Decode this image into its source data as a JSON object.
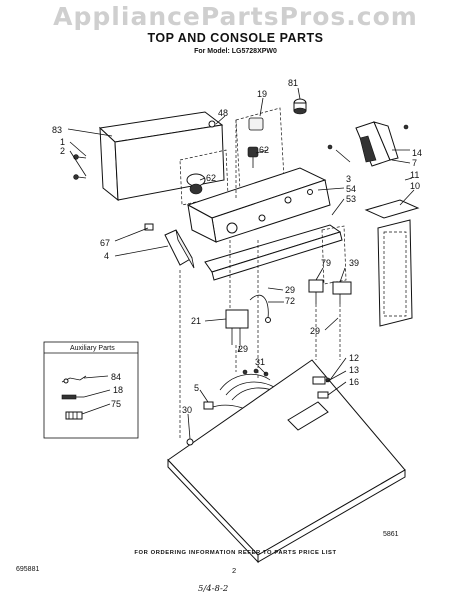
{
  "watermark": "AppliancePartsPros.com",
  "title": "TOP AND CONSOLE PARTS",
  "subtitle": "For Model: LG5728XPW0",
  "auxiliary_title": "Auxiliary Parts",
  "footnote": "FOR ORDERING INFORMATION REFER TO PARTS PRICE LIST",
  "part_number": "695881",
  "page_number": "2",
  "drawing_code": "5861",
  "handwritten_note": "5/4-8-2",
  "callouts": {
    "c81": "81",
    "c19": "19",
    "c48": "48",
    "c83": "83",
    "c1": "1",
    "c2": "2",
    "c62a": "62",
    "c62b": "62",
    "c3": "3",
    "c54": "54",
    "c53": "53",
    "c14": "14",
    "c7": "7",
    "c11": "11",
    "c10": "10",
    "c67": "67",
    "c4": "4",
    "c79": "79",
    "c39": "39",
    "c29a": "29",
    "c72": "72",
    "c21": "21",
    "c29b": "29",
    "c29c": "29",
    "c12": "12",
    "c31": "31",
    "c13": "13",
    "c16": "16",
    "c5": "5",
    "c30": "30",
    "c84": "84",
    "c18": "18",
    "c75": "75"
  }
}
